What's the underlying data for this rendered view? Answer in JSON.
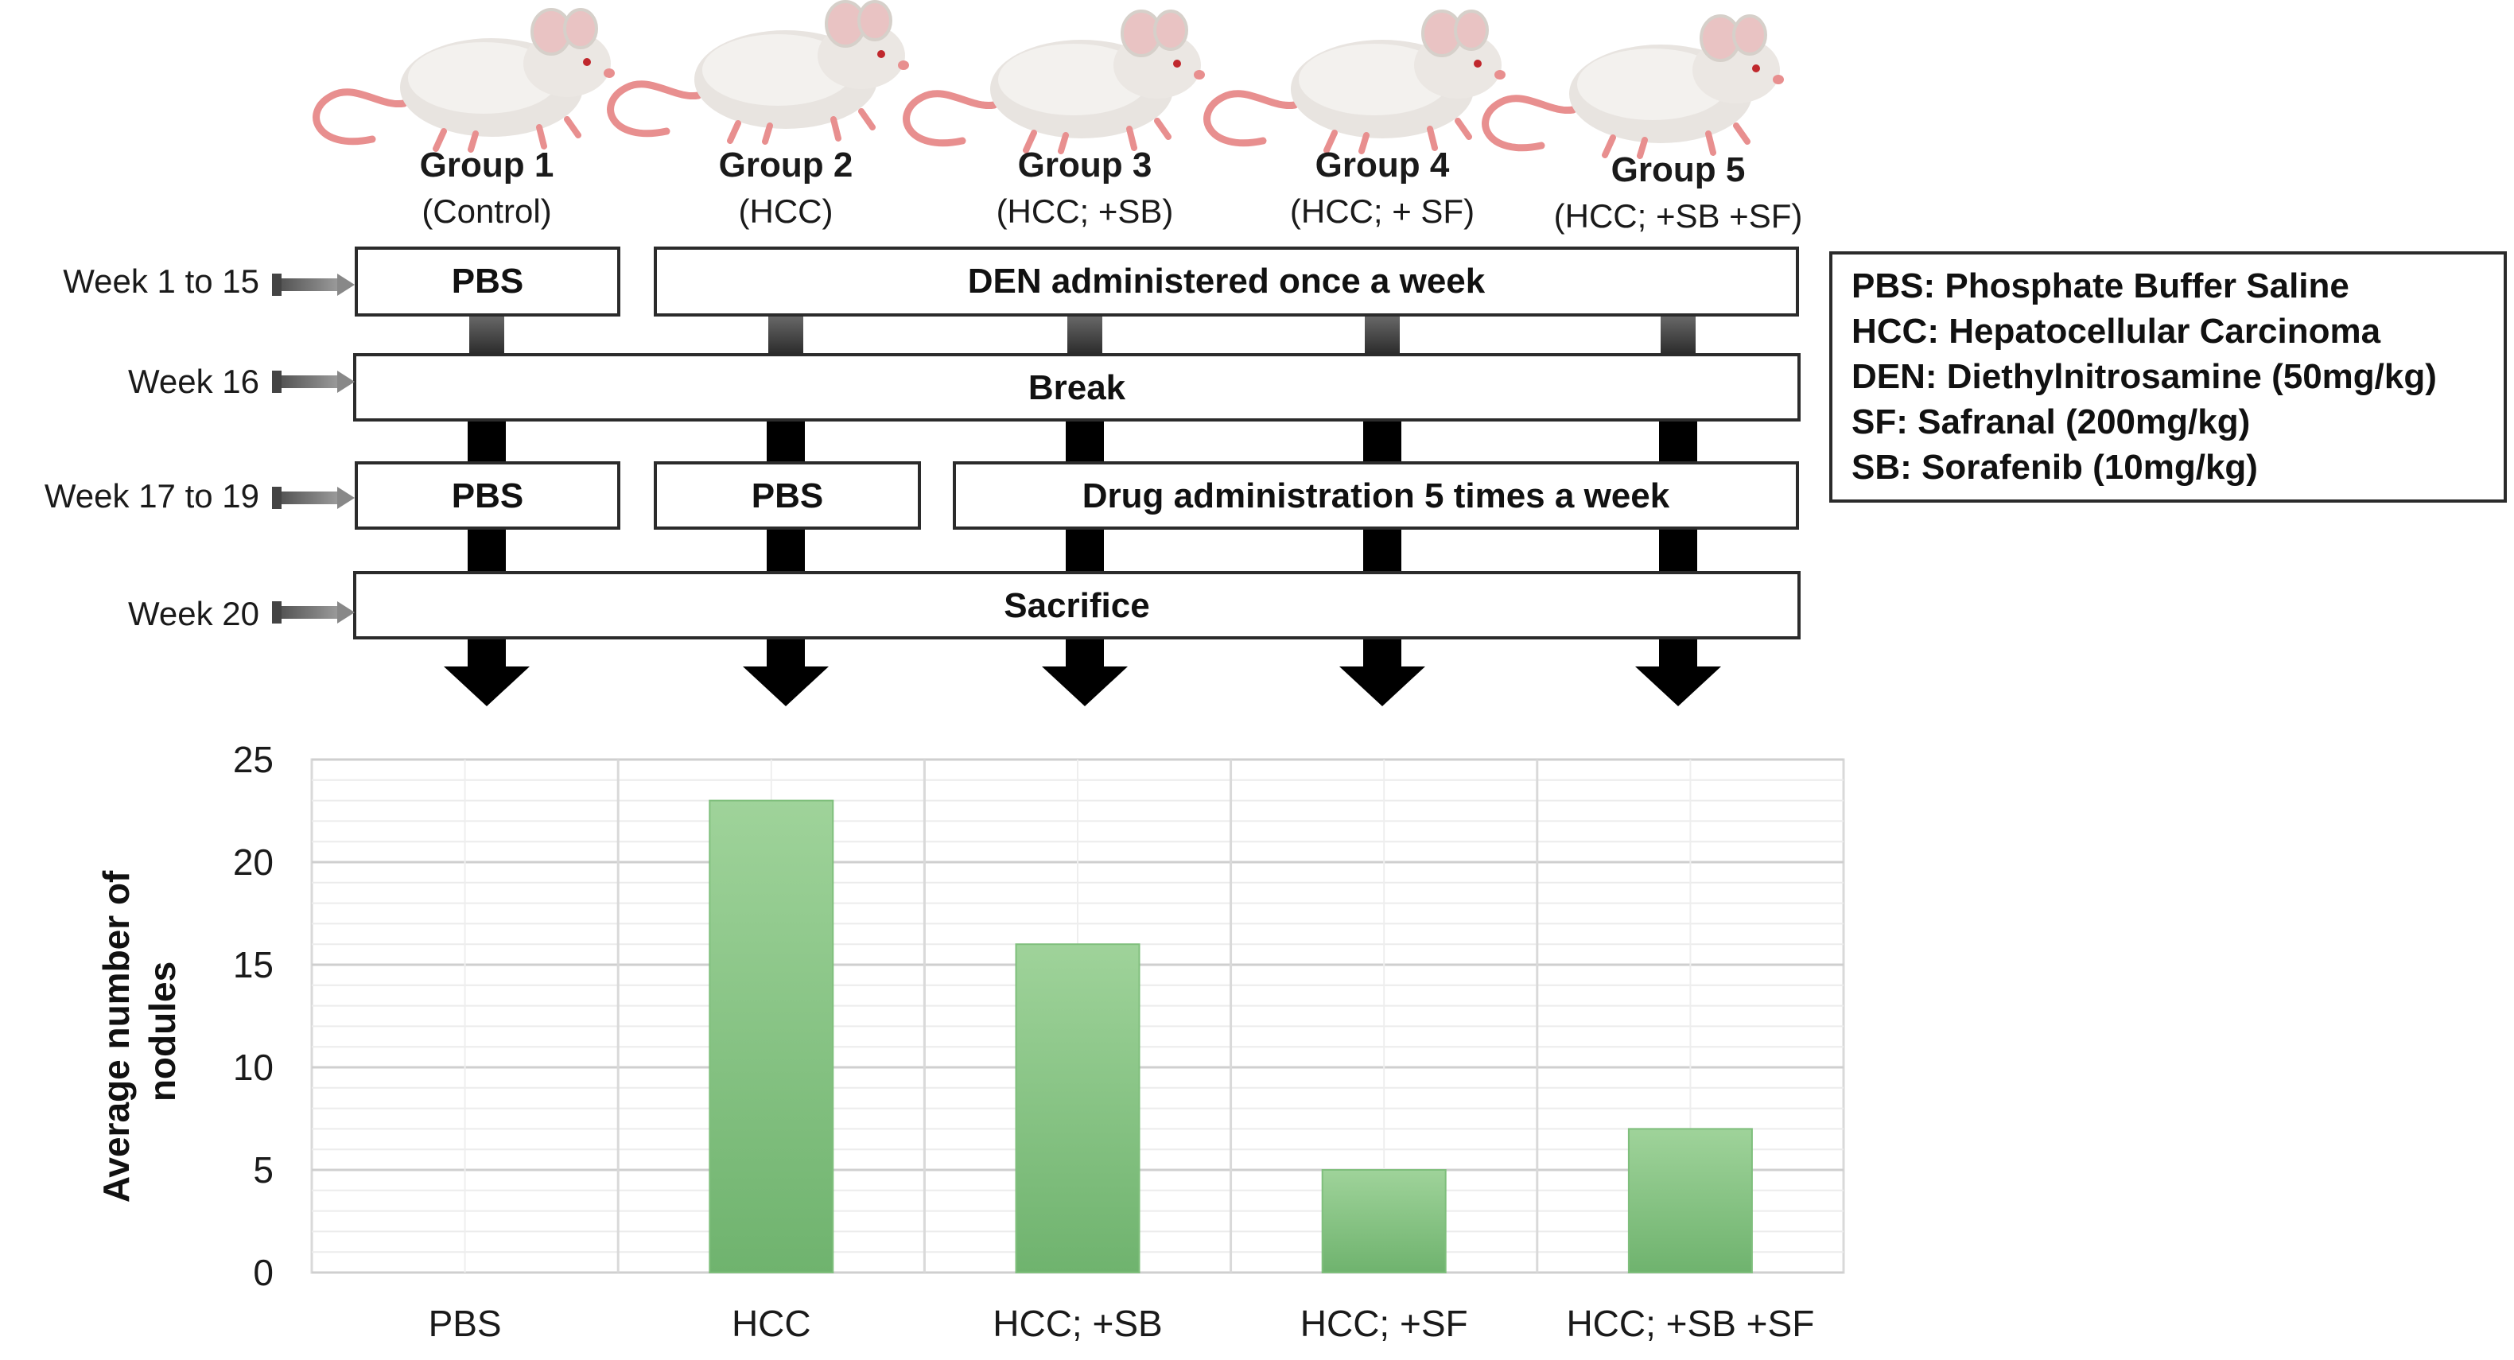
{
  "groups": [
    {
      "title": "Group 1",
      "subtitle": "(Control)"
    },
    {
      "title": "Group 2",
      "subtitle": "(HCC)"
    },
    {
      "title": "Group 3",
      "subtitle": "(HCC; +SB)"
    },
    {
      "title": "Group 4",
      "subtitle": "(HCC; + SF)"
    },
    {
      "title": "Group 5",
      "subtitle": "(HCC; +SB +SF)"
    }
  ],
  "weeks": [
    "Week 1 to 15",
    "Week 16",
    "Week 17 to 19",
    "Week 20"
  ],
  "boxes": {
    "pbs_week1": "PBS",
    "den": "DEN administered once a week",
    "break": "Break",
    "pbs_week17_g1": "PBS",
    "pbs_week17_g2": "PBS",
    "drug": "Drug administration 5 times a week",
    "sacrifice": "Sacrifice"
  },
  "legend": [
    "PBS: Phosphate Buffer Saline",
    "HCC: Hepatocellular Carcinoma",
    "DEN: Diethylnitrosamine (50mg/kg)",
    "SF: Safranal (200mg/kg)",
    "SB: Sorafenib (10mg/kg)"
  ],
  "colors": {
    "bar_top": "#9fd39a",
    "bar_bottom": "#6fb36e",
    "arrow": "#000000",
    "connector": "#444444",
    "grid": "#d9d9d9",
    "mouse_body": "#e8e4e0",
    "mouse_tail": "#e88f8f"
  },
  "chart_data": {
    "type": "bar",
    "categories": [
      "PBS",
      "HCC",
      "HCC; +SB",
      "HCC; +SF",
      "HCC; +SB +SF"
    ],
    "values": [
      0,
      23,
      16,
      5,
      7
    ],
    "ylabel": "Average number of nodules",
    "ylim": [
      0,
      25
    ],
    "yticks": [
      "0",
      "5",
      "10",
      "15",
      "20",
      "25"
    ],
    "grid": true
  }
}
